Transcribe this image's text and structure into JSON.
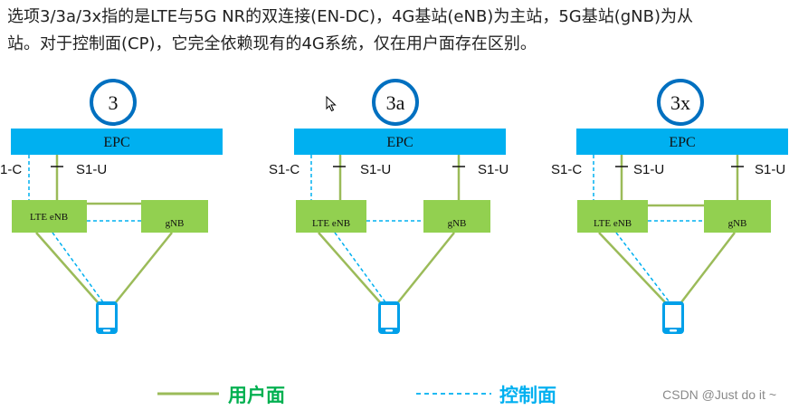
{
  "intro": {
    "line1": "选项3/3a/3x指的是LTE与5G NR的双连接(EN-DC)，4G基站(eNB)为主站，5G基站(gNB)为从",
    "line2": "站。对于控制面(CP)，它完全依赖现有的4G系统，仅在用户面存在区别。"
  },
  "panels": [
    {
      "option": "3",
      "epc": "EPC",
      "s1c": "1-C",
      "s1u_enb": "S1-U",
      "s1u_gnb": "",
      "enb": "LTE eNB",
      "gnb": "gNB"
    },
    {
      "option": "3a",
      "epc": "EPC",
      "s1c": "S1-C",
      "s1u_enb": "S1-U",
      "s1u_gnb": "S1-U",
      "enb": "LTE eNB",
      "gnb": "gNB"
    },
    {
      "option": "3x",
      "epc": "EPC",
      "s1c": "S1-C",
      "s1u_enb": "S1-U",
      "s1u_gnb": "S1-U",
      "enb": "LTE eNB",
      "gnb": "gNB"
    }
  ],
  "legend": {
    "user_plane": "用户面",
    "control_plane": "控制面"
  },
  "watermark": "CSDN @Just do it ~",
  "colors": {
    "epc": "#00b0f0",
    "node": "#92d050",
    "user_plane": "#9bbb59",
    "control_plane": "#00b0f0",
    "option_circle": "#0070c0",
    "legend_text": "#00b050",
    "phone": "#00a0e9"
  },
  "icons": [
    "smartphone-icon",
    "cursor-icon"
  ]
}
